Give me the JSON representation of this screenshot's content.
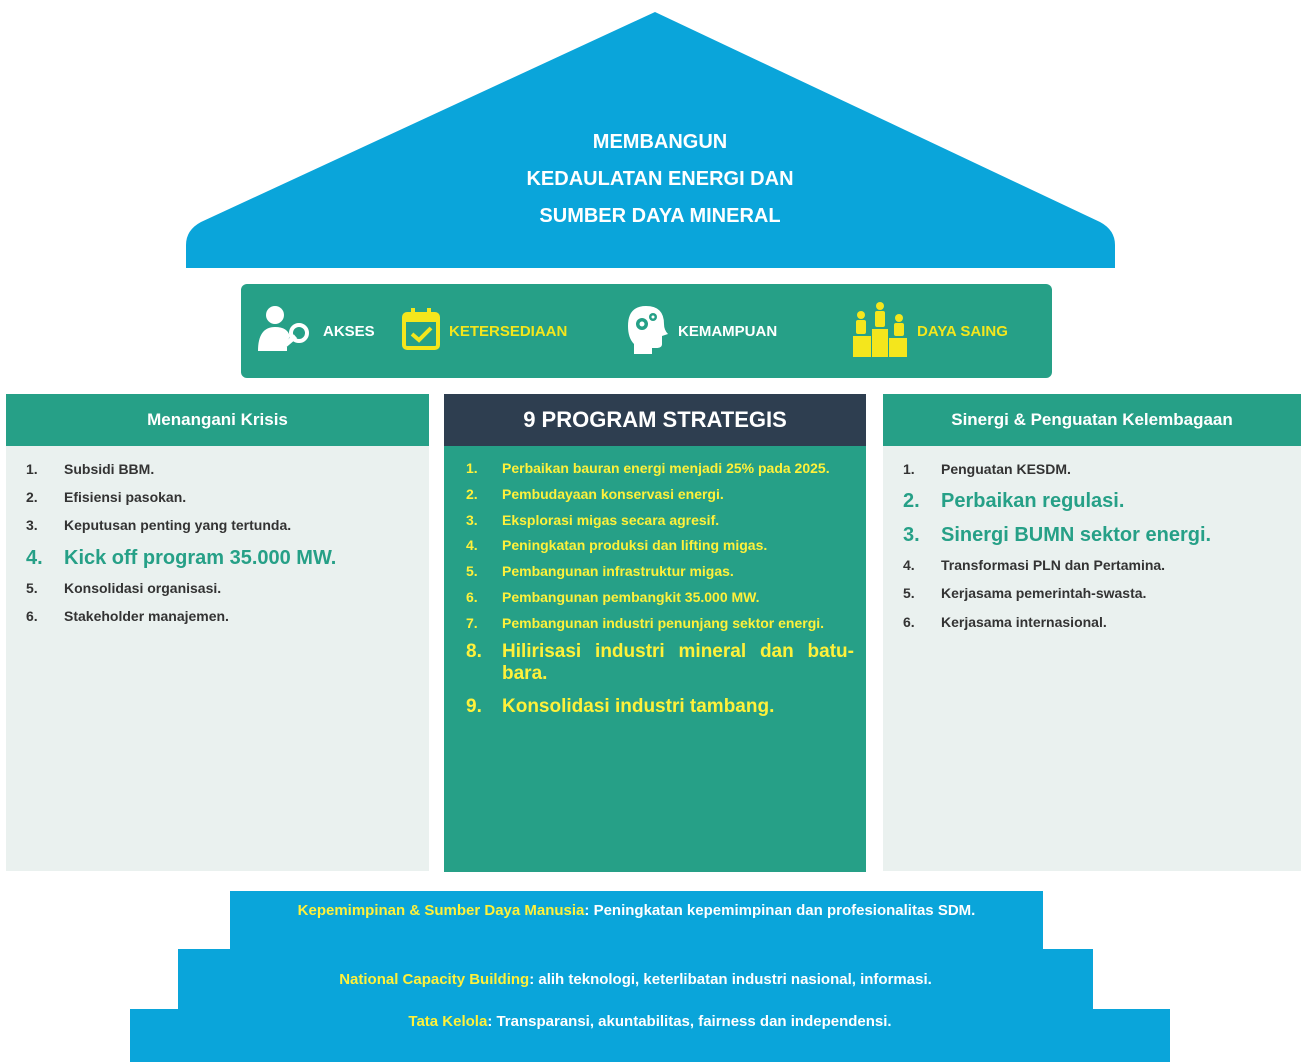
{
  "roof": {
    "title_lines": [
      "MEMBANGUN",
      "KEDAULATAN ENERGI DAN",
      "SUMBER DAYA MINERAL"
    ]
  },
  "pillars": [
    {
      "label": "AKSES",
      "icon": "person-key-icon",
      "color": "#ffffff"
    },
    {
      "label": "KETERSEDIAAN",
      "icon": "calendar-check-icon",
      "color": "#f4e61c"
    },
    {
      "label": "KEMAMPUAN",
      "icon": "head-gears-icon",
      "color": "#ffffff"
    },
    {
      "label": "DAYA SAING",
      "icon": "podium-people-icon",
      "color": "#f4e61c"
    }
  ],
  "left": {
    "title": "Menangani Krisis",
    "items": [
      {
        "num": "1.",
        "text": "Subsidi BBM.",
        "highlight": false
      },
      {
        "num": "2.",
        "text": "Efisiensi pasokan.",
        "highlight": false
      },
      {
        "num": "3.",
        "text": "Keputusan penting yang tertunda.",
        "highlight": false
      },
      {
        "num": "4.",
        "text": "Kick off program 35.000 MW.",
        "highlight": true
      },
      {
        "num": "5.",
        "text": "Konsolidasi organisasi.",
        "highlight": false
      },
      {
        "num": "6.",
        "text": "Stakeholder manajemen.",
        "highlight": false
      }
    ]
  },
  "center": {
    "title": "9 PROGRAM STRATEGIS",
    "items": [
      {
        "num": "1.",
        "text": "Perbaikan bauran energi menjadi 25% pada 2025.",
        "highlight": false
      },
      {
        "num": "2.",
        "text": "Pembudayaan konservasi energi.",
        "highlight": false
      },
      {
        "num": "3.",
        "text": "Eksplorasi migas secara agresif.",
        "highlight": false
      },
      {
        "num": "4.",
        "text": "Peningkatan produksi dan lifting migas.",
        "highlight": false
      },
      {
        "num": "5.",
        "text": "Pembangunan infrastruktur migas.",
        "highlight": false
      },
      {
        "num": "6.",
        "text": "Pembangunan pembangkit 35.000 MW.",
        "highlight": false
      },
      {
        "num": "7.",
        "text": "Pembangunan industri penunjang sektor energi.",
        "highlight": false
      },
      {
        "num": "8.",
        "text": "Hilirisasi industri mineral dan batu-bara.",
        "highlight": true
      },
      {
        "num": "9.",
        "text": "Konsolidasi industri tambang.",
        "highlight": true
      }
    ]
  },
  "right": {
    "title": "Sinergi & Penguatan Kelembagaan",
    "items": [
      {
        "num": "1.",
        "text": "Penguatan KESDM.",
        "highlight": false
      },
      {
        "num": "2.",
        "text": "Perbaikan regulasi.",
        "highlight": true
      },
      {
        "num": "3.",
        "text": "Sinergi BUMN sektor energi.",
        "highlight": true
      },
      {
        "num": "4.",
        "text": "Transformasi PLN dan Pertamina.",
        "highlight": false
      },
      {
        "num": "5.",
        "text": "Kerjasama pemerintah-swasta.",
        "highlight": false
      },
      {
        "num": "6.",
        "text": "Kerjasama internasional.",
        "highlight": false
      }
    ]
  },
  "foundation": [
    {
      "key": "Kepemimpinan & Sumber Daya Manusia",
      "text": ": Peningkatan kepemimpinan dan profesionalitas SDM."
    },
    {
      "key": "National Capacity Building",
      "text": ": alih teknologi, keterlibatan industri nasional, informasi."
    },
    {
      "key": "Tata Kelola",
      "text": ": Transparansi, akuntabilitas, fairness dan independensi."
    }
  ],
  "colors": {
    "blue": "#0aa5da",
    "green": "#26a087",
    "navy": "#2e3e50",
    "panel": "#eaf1ef",
    "yellow": "#f4e61c",
    "highlight_green": "#26a087",
    "highlight_yellow": "#f4e61c"
  }
}
